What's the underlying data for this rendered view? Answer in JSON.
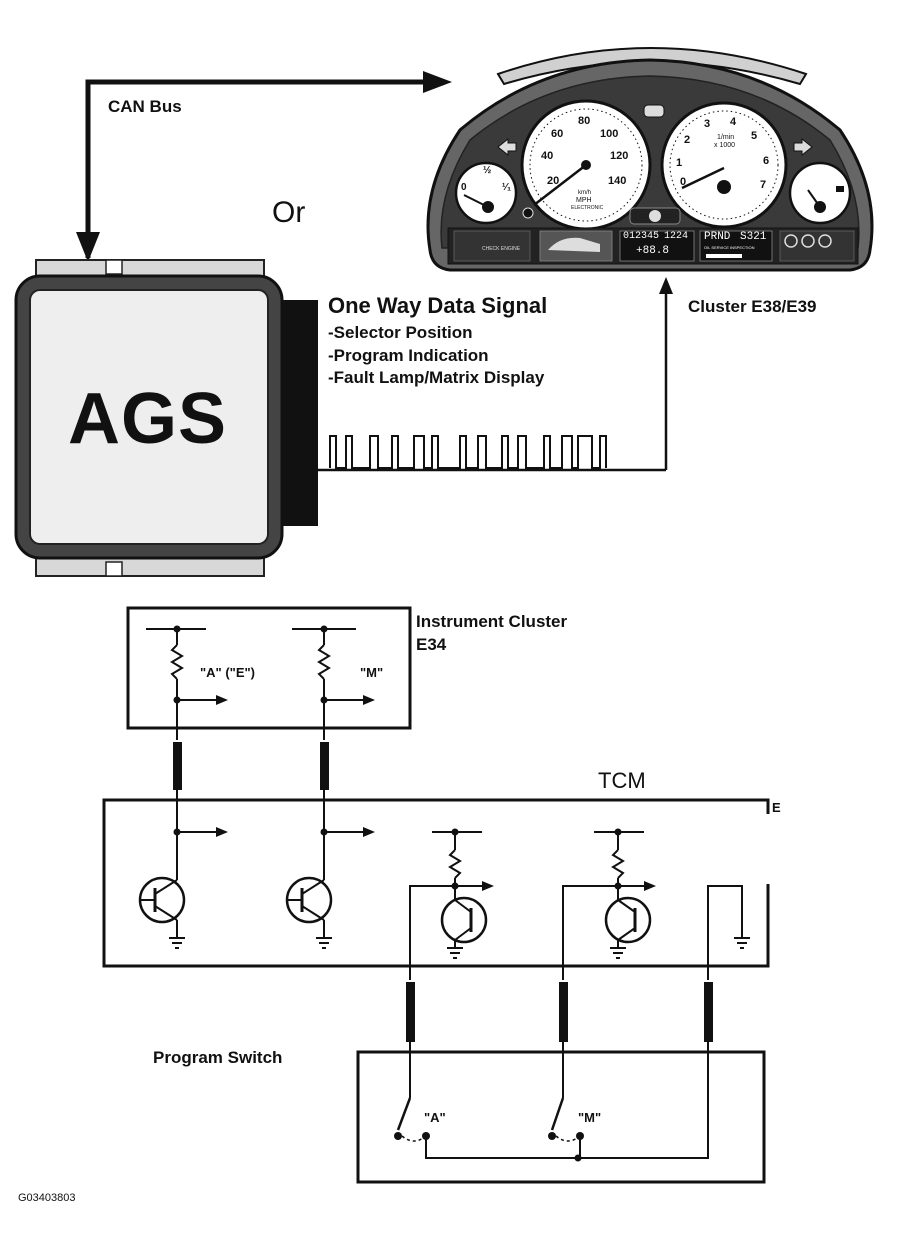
{
  "labels": {
    "can_bus": "CAN Bus",
    "or": "Or",
    "one_way_title": "One Way Data Signal",
    "one_way_items": [
      "-Selector Position",
      "-Program Indication",
      "-Fault Lamp/Matrix Display"
    ],
    "ags": "AGS",
    "cluster_e38": "Cluster E38/E39",
    "instrument_cluster": "Instrument Cluster",
    "e34": "E34",
    "a_e": "\"A\" (\"E\")",
    "m_top": "\"M\"",
    "tcm": "TCM",
    "tcm_edge": "E",
    "program_switch": "Program Switch",
    "a_switch": "\"A\"",
    "m_switch": "\"M\"",
    "figure_id": "G03403803"
  },
  "cluster_display": {
    "speedo_ticks": [
      "20",
      "40",
      "60",
      "80",
      "100",
      "120",
      "140"
    ],
    "speedo_unit": "MPH",
    "speedo_sub": "ELECTRONIC",
    "speedo_kmh": "km/h",
    "tacho_ticks": [
      "0",
      "1",
      "2",
      "3",
      "4",
      "5",
      "6",
      "7"
    ],
    "tacho_unit": "1/min",
    "tacho_mult": "x 1000",
    "fuel_ticks": [
      "0",
      "½",
      "¹⁄₁"
    ],
    "odometer": "012345",
    "trip": "1224",
    "temp": "+88.8",
    "gears": "PRND",
    "gear_seq": "S321",
    "check_engine": "CHECK ENGINE",
    "service": "OIL SERVICE INSPECTION"
  },
  "colors": {
    "line": "#111111",
    "cluster_body": "#555555",
    "cluster_face": "#333333",
    "ags_face": "#eeeeee"
  }
}
